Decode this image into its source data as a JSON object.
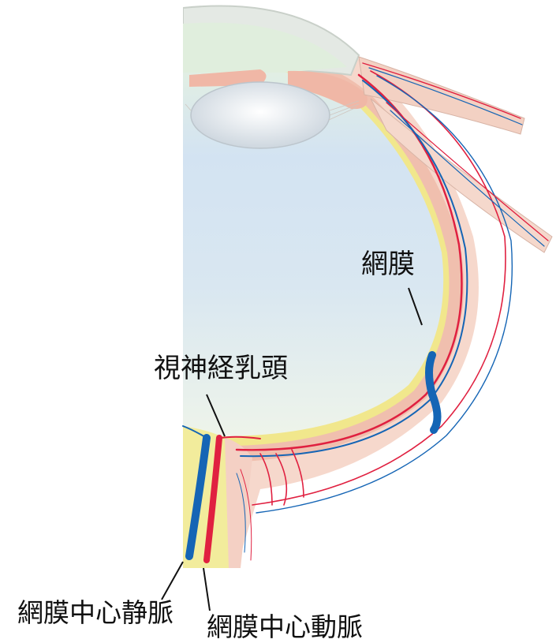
{
  "labels": {
    "retina": "網膜",
    "optic_disc": "視神経乳頭",
    "central_retinal_vein": "網膜中心静脈",
    "central_retinal_artery": "網膜中心動脈"
  },
  "colors": {
    "background": "#ffffff",
    "vitreous_top": "#e3f0e2",
    "vitreous_mid": "#cfe0f3",
    "vitreous_bottom": "#edf3ea",
    "sclera": "#f4cfc2",
    "choroid": "#f0b6a6",
    "retina_yellow": "#f1e78c",
    "optic_nerve_yellow": "#f2ec9c",
    "artery": "#e02040",
    "vein": "#1565b5",
    "cornea": "#e8ece8",
    "lens": "#dce3ea"
  }
}
